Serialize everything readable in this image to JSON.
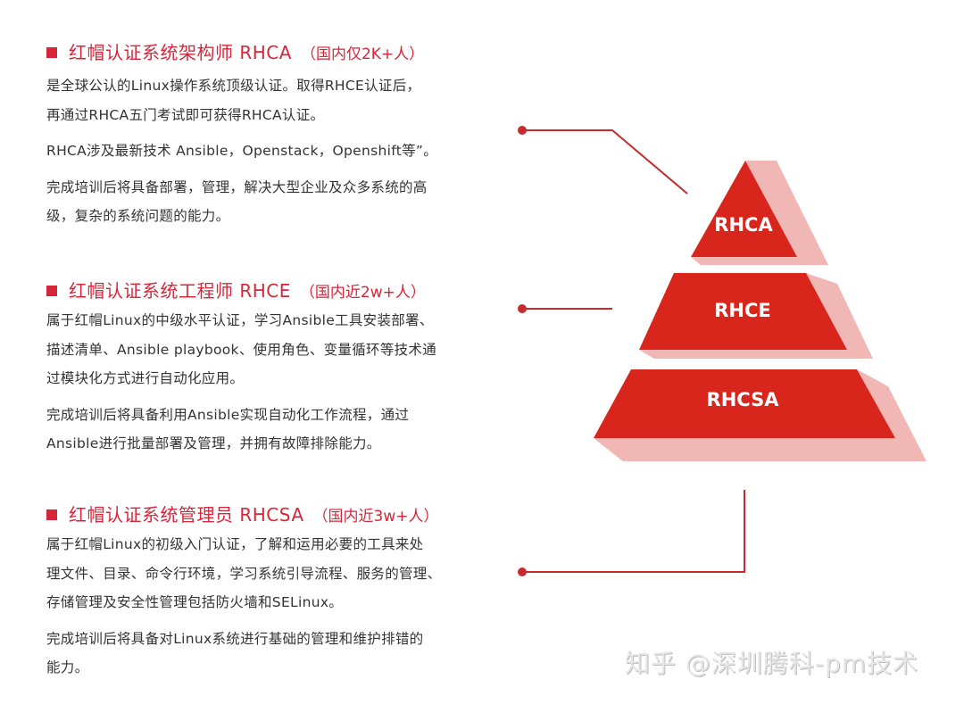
{
  "colors": {
    "heading_red": "#d7263a",
    "pyramid_red": "#d8261c",
    "pyramid_shadow": "#f0b7b5",
    "connector": "#c62a2a",
    "body_text": "#333333"
  },
  "sections": [
    {
      "title": "红帽认证系统架构师 RHCA",
      "count": "（国内仅2K+人）",
      "paragraphs": [
        [
          "是全球公认的Linux操作系统顶级认证。取得RHCE认证后，",
          "再通过RHCA五门考试即可获得RHCA认证。"
        ],
        [
          "RHCA涉及最新技术 Ansible，Openstack，Openshift等”。"
        ],
        [
          "完成培训后将具备部署，管理，解决大型企业及众多系统的高",
          "级，复杂的系统问题的能力。"
        ]
      ]
    },
    {
      "title": "红帽认证系统工程师 RHCE",
      "count": "（国内近2w+人）",
      "paragraphs": [
        [
          "属于红帽Linux的中级水平认证，学习Ansible工具安装部署、",
          "描述清单、Ansible playbook、使用角色、变量循环等技术通",
          "过模块化方式进行自动化应用。"
        ],
        [
          "完成培训后将具备利用Ansible实现自动化工作流程，通过",
          "Ansible进行批量部署及管理，并拥有故障排除能力。"
        ]
      ]
    },
    {
      "title": "红帽认证系统管理员 RHCSA",
      "count": "（国内近3w+人）",
      "paragraphs": [
        [
          "属于红帽Linux的初级入门认证，了解和运用必要的工具来处",
          "理文件、目录、命令行环境，学习系统引导流程、服务的管理、",
          "存储管理及安全性管理包括防火墙和SELinux。"
        ],
        [
          "完成培训后将具备对Linux系统进行基础的管理和维护排错的",
          "能力。"
        ]
      ]
    }
  ],
  "pyramid": {
    "levels": [
      {
        "label": "RHCA",
        "tier": "top"
      },
      {
        "label": "RHCE",
        "tier": "middle"
      },
      {
        "label": "RHCSA",
        "tier": "base"
      }
    ]
  },
  "watermark": "知乎 @深圳腾科-pm技术"
}
